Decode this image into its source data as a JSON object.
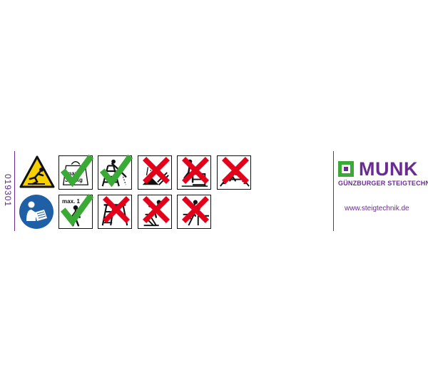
{
  "label": {
    "article_code": "019301",
    "brand_name": "MUNK",
    "tagline": "GÜNZBURGER STEIGTECHNIK",
    "website": "www.steigtechnik.de"
  },
  "pictograms": {
    "row1": [
      {
        "id": "max-load",
        "text_line1": "max.",
        "text_line2": "300 kg",
        "status": "allowed"
      },
      {
        "id": "stand-correctly",
        "status": "allowed"
      },
      {
        "id": "no-soft-ground",
        "status": "forbidden"
      },
      {
        "id": "no-side-climb",
        "status": "forbidden"
      },
      {
        "id": "no-bridge-use",
        "status": "forbidden"
      }
    ],
    "row2": [
      {
        "id": "max-persons",
        "text": "max. 1",
        "status": "allowed"
      },
      {
        "id": "no-closed-use",
        "status": "forbidden"
      },
      {
        "id": "no-leaning",
        "status": "forbidden"
      },
      {
        "id": "no-step-off",
        "status": "forbidden"
      }
    ]
  },
  "colors": {
    "brand_purple": "#6a2c91",
    "brand_green": "#3aa935",
    "warning_yellow": "#f7d000",
    "mandatory_blue": "#1f5fa6",
    "allowed_green": "#3aa935",
    "forbidden_red": "#e2001a"
  }
}
